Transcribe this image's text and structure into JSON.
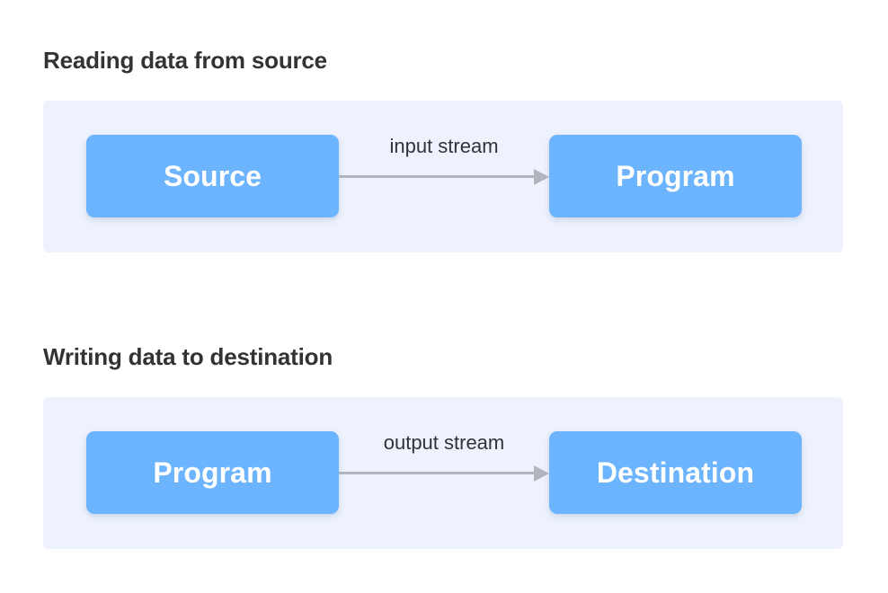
{
  "colors": {
    "page_background": "#ffffff",
    "panel_background": "#eef2fd",
    "box_fill": "#6cb4fd",
    "box_text": "#ffffff",
    "heading_text": "#333333",
    "arrow": "#b2b5be",
    "arrow_label_text": "#2f3338"
  },
  "sections": [
    {
      "heading": "Reading data from source",
      "source_box": "Source",
      "arrow_label": "input stream",
      "target_box": "Program"
    },
    {
      "heading": "Writing data to destination",
      "source_box": "Program",
      "arrow_label": "output stream",
      "target_box": "Destination"
    }
  ]
}
